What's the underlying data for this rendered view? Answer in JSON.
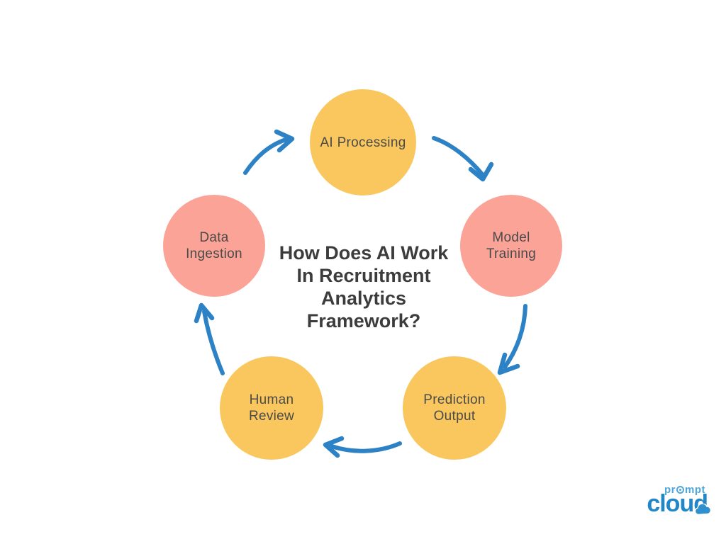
{
  "title": "How Does AI Work\nIn Recruitment\nAnalytics\nFramework?",
  "diagram": {
    "nodes": [
      {
        "id": "ai-processing",
        "label": "AI Processing",
        "color": "#F9C75D"
      },
      {
        "id": "model-training",
        "label": "Model\nTraining",
        "color": "#FBA396"
      },
      {
        "id": "prediction-output",
        "label": "Prediction\nOutput",
        "color": "#F9C75D"
      },
      {
        "id": "human-review",
        "label": "Human\nReview",
        "color": "#F9C75D"
      },
      {
        "id": "data-ingestion",
        "label": "Data\nIngestion",
        "color": "#FBA396"
      }
    ],
    "flow_order": [
      "Data Ingestion",
      "AI Processing",
      "Model Training",
      "Prediction Output",
      "Human Review"
    ],
    "flow_direction": "clockwise"
  },
  "colors": {
    "arrow": "#2D82C6",
    "title_text": "#3C3C3C",
    "node_text": "#4A4A4A",
    "yellow": "#F9C75D",
    "salmon": "#FBA396",
    "logo_light_blue": "#4FA6DB",
    "logo_blue": "#2287C8",
    "background": "#FFFFFF"
  },
  "logo": {
    "word_top_prefix": "pr",
    "word_top_suffix": "mpt",
    "word_bottom": "cloud"
  }
}
